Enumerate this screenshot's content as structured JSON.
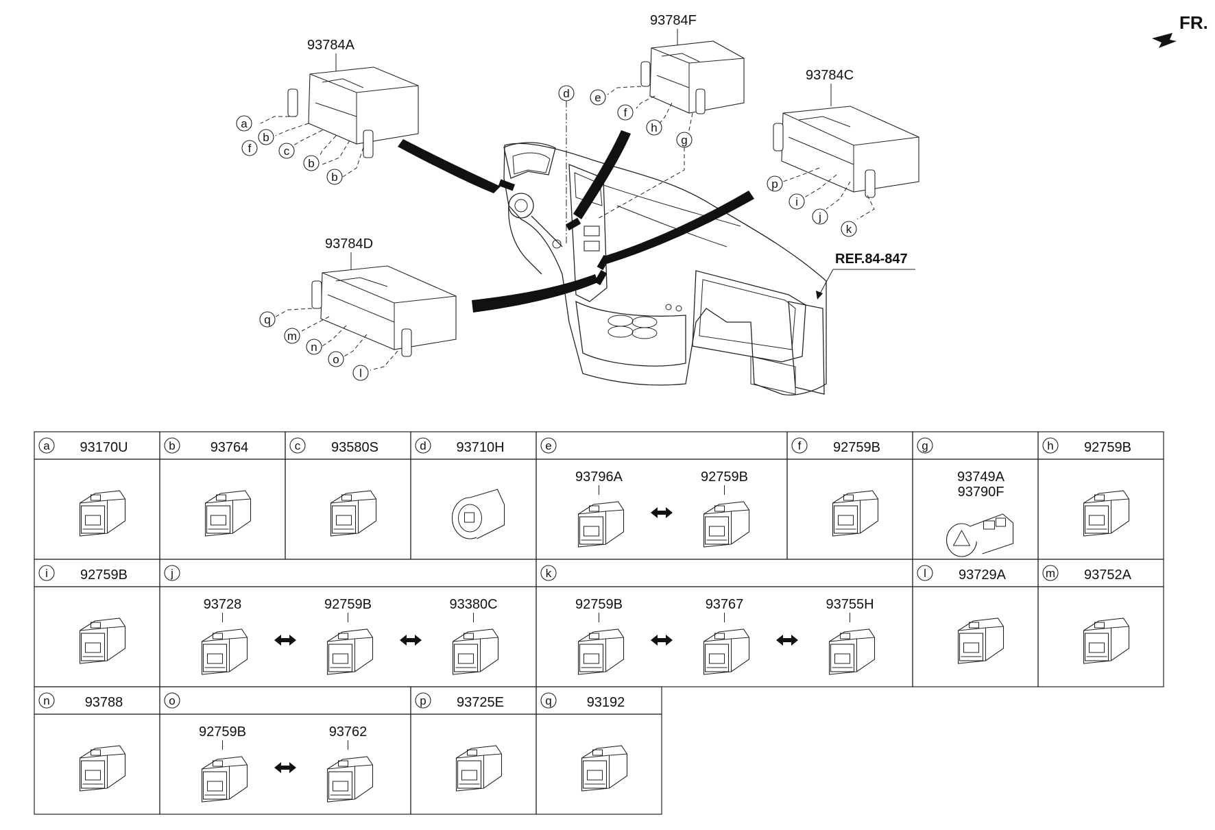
{
  "orientation_label": "FR.",
  "reference_label": "REF.84-847",
  "assemblies": [
    {
      "id": "93784A",
      "callouts": [
        "a",
        "b",
        "f",
        "c",
        "b",
        "b"
      ]
    },
    {
      "id": "93784F",
      "callouts": [
        "e",
        "f",
        "h",
        "g"
      ]
    },
    {
      "id": "93784C",
      "callouts": [
        "p",
        "i",
        "j",
        "k"
      ]
    },
    {
      "id": "93784D",
      "callouts": [
        "q",
        "m",
        "n",
        "o",
        "l"
      ]
    }
  ],
  "dash_callout": "d",
  "table": [
    {
      "letter": "a",
      "parts": [
        "93170U"
      ]
    },
    {
      "letter": "b",
      "parts": [
        "93764"
      ]
    },
    {
      "letter": "c",
      "parts": [
        "93580S"
      ]
    },
    {
      "letter": "d",
      "parts": [
        "93710H"
      ]
    },
    {
      "letter": "e",
      "parts": [
        "93796A",
        "92759B"
      ]
    },
    {
      "letter": "f",
      "parts": [
        "92759B"
      ]
    },
    {
      "letter": "g",
      "parts": [
        "93749A",
        "93790F"
      ]
    },
    {
      "letter": "h",
      "parts": [
        "92759B"
      ]
    },
    {
      "letter": "i",
      "parts": [
        "92759B"
      ]
    },
    {
      "letter": "j",
      "parts": [
        "93728",
        "92759B",
        "93380C"
      ]
    },
    {
      "letter": "k",
      "parts": [
        "92759B",
        "93767",
        "93755H"
      ]
    },
    {
      "letter": "l",
      "parts": [
        "93729A"
      ]
    },
    {
      "letter": "m",
      "parts": [
        "93752A"
      ]
    },
    {
      "letter": "n",
      "parts": [
        "93788"
      ]
    },
    {
      "letter": "o",
      "parts": [
        "92759B",
        "93762"
      ]
    },
    {
      "letter": "p",
      "parts": [
        "93725E"
      ]
    },
    {
      "letter": "q",
      "parts": [
        "93192"
      ]
    }
  ]
}
